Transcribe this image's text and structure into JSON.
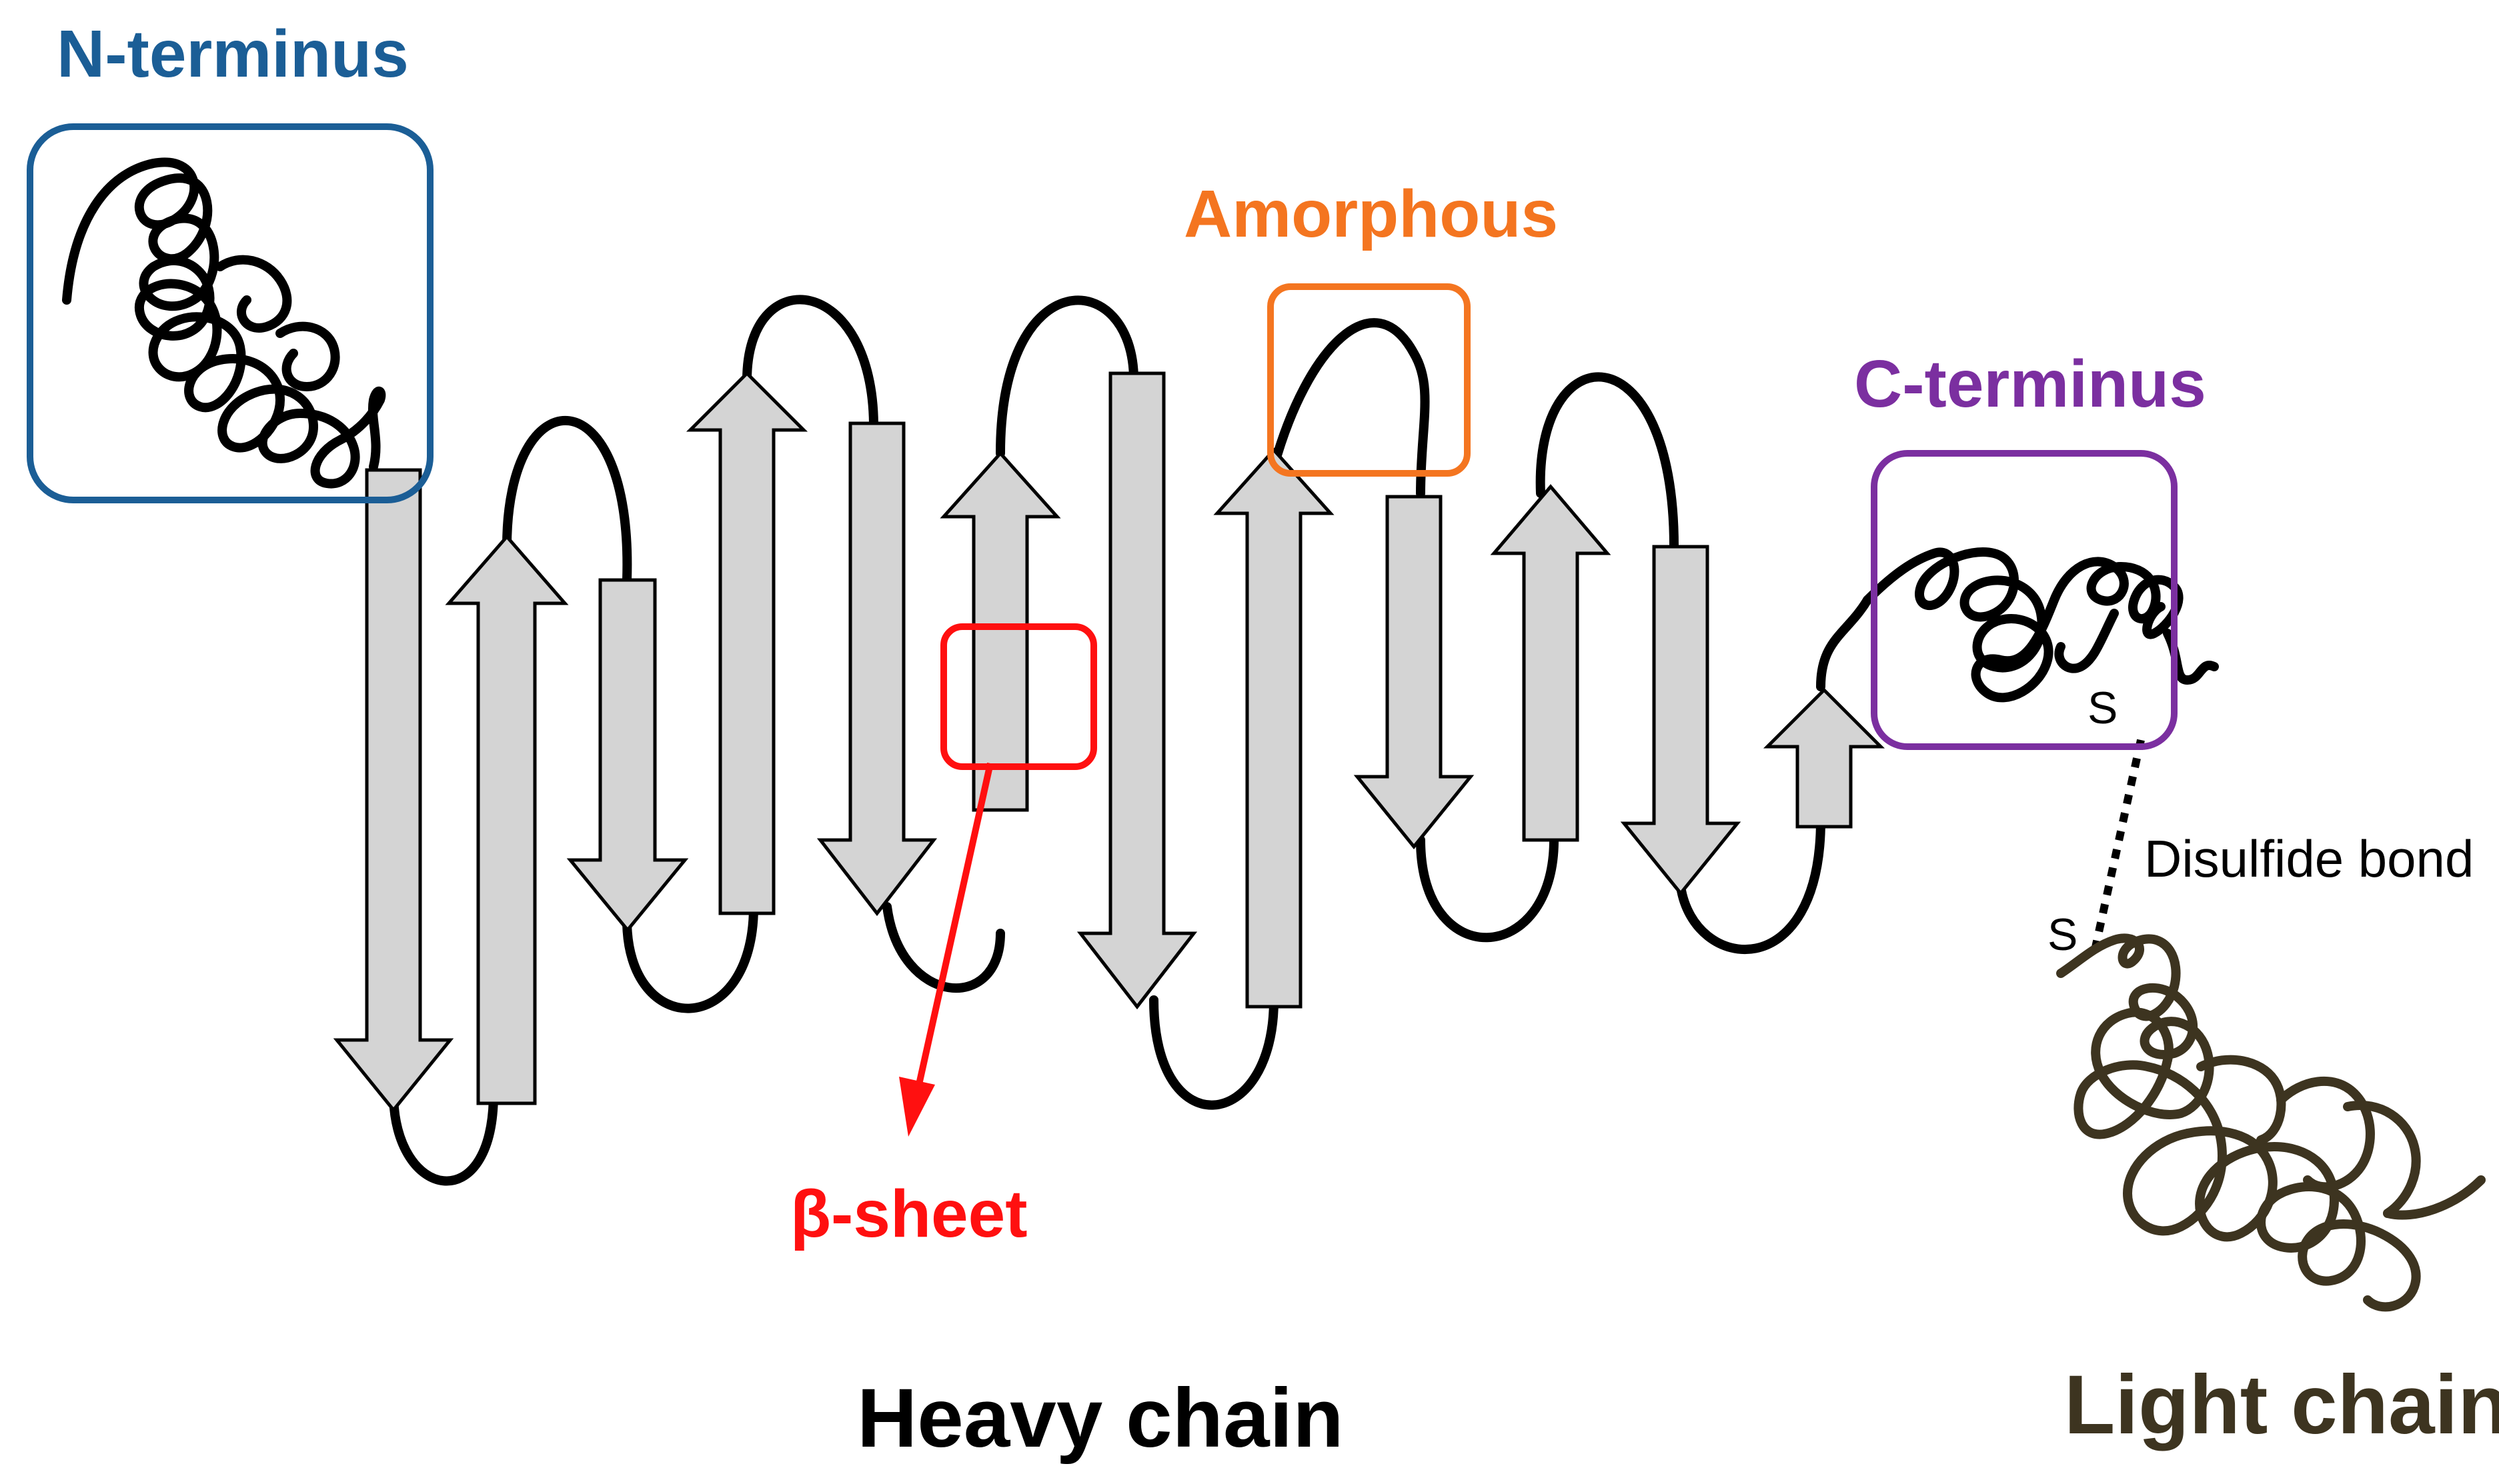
{
  "labels": {
    "n_terminus": "N-terminus",
    "amorphous": "Amorphous",
    "c_terminus": "C-terminus",
    "beta_sheet": "β-sheet",
    "disulfide_bond": "Disulfide bond",
    "s_upper": "S",
    "s_lower": "S",
    "heavy_chain": "Heavy chain",
    "light_chain": "Light chain"
  },
  "colors": {
    "n_terminus": "#1b5e96",
    "amorphous": "#f47520",
    "c_terminus": "#7b2fa0",
    "beta_sheet": "#ff1010",
    "light_chain": "#3d3420",
    "heavy_chain": "#000000",
    "strand_fill": "#d4d4d4"
  }
}
